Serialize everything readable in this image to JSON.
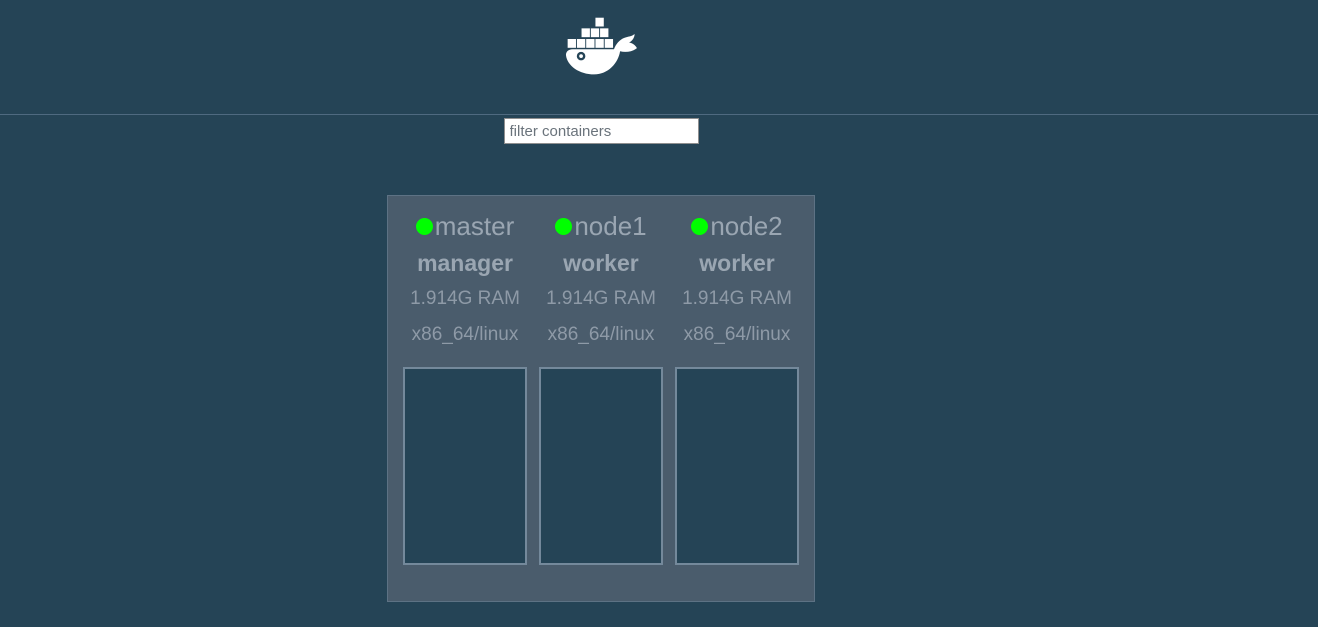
{
  "header": {
    "logo_icon": "docker-whale-logo"
  },
  "filter": {
    "placeholder": "filter containers"
  },
  "swarm": {
    "nodes": [
      {
        "name": "master",
        "role": "manager",
        "ram": "1.914G RAM",
        "platform": "x86_64/linux",
        "status_dot_color": "#00ff00",
        "containers": []
      },
      {
        "name": "node1",
        "role": "worker",
        "ram": "1.914G RAM",
        "platform": "x86_64/linux",
        "status_dot_color": "#00ff00",
        "containers": []
      },
      {
        "name": "node2",
        "role": "worker",
        "ram": "1.914G RAM",
        "platform": "x86_64/linux",
        "status_dot_color": "#00ff00",
        "containers": []
      }
    ]
  },
  "colors": {
    "background": "#254456",
    "panel": "#4a5c6c",
    "panel_border": "#5d7284",
    "containers_box_border": "#74899b",
    "divider": "#4f6a80",
    "status_green": "#00ff00",
    "logo": "#ffffff",
    "node_text": "#9aa6b2",
    "node_meta_text": "#8e9aa7"
  }
}
